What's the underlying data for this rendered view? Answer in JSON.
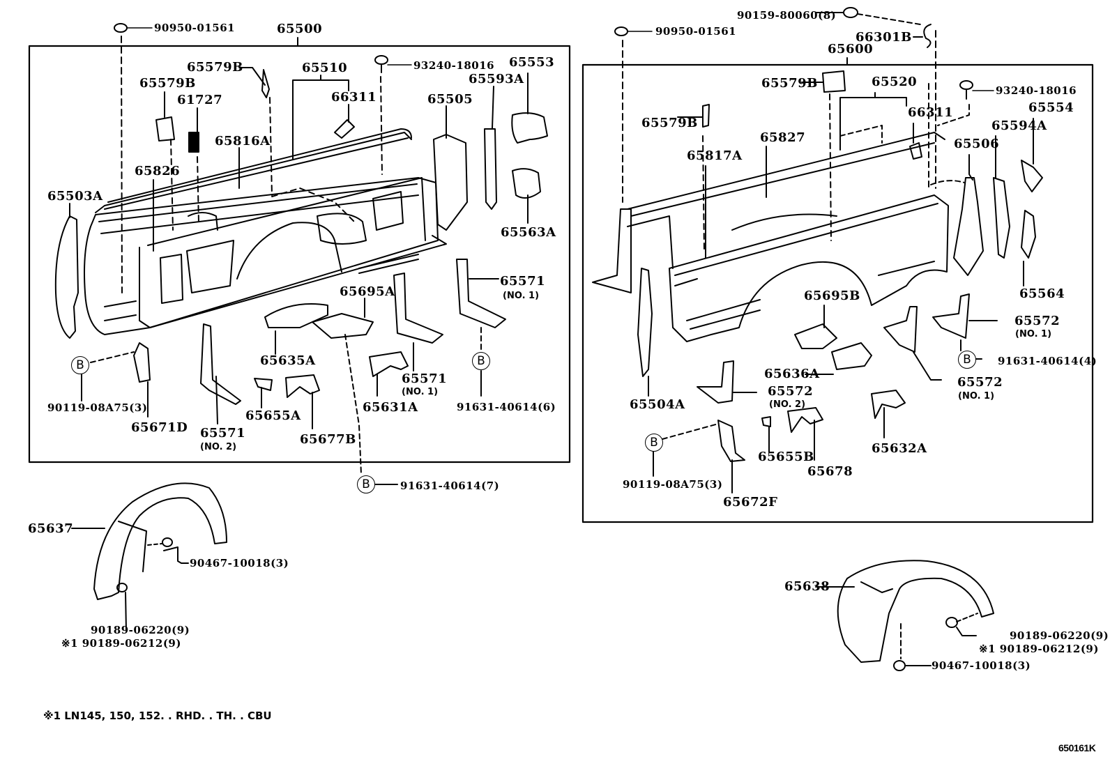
{
  "diagram": {
    "code": "650161K",
    "footnote": "※1 LN145, 150, 152. . RHD. . TH. . CBU",
    "marker_b": "B"
  },
  "left_group": {
    "assembly": "65500",
    "parts": {
      "p90950": "90950-01561",
      "p65579B_a": "65579B",
      "p65579B_b": "65579B",
      "p61727": "61727",
      "p65510": "65510",
      "p66311": "66311",
      "p93240": "93240-18016",
      "p65553": "65553",
      "p65593A": "65593A",
      "p65505": "65505",
      "p65816A": "65816A",
      "p65826": "65826",
      "p65503A": "65503A",
      "p65563A": "65563A",
      "p65571_r": "65571",
      "p65571_r_no": "(NO. 1)",
      "p65695A": "65695A",
      "p65635A": "65635A",
      "p65571_m": "65571",
      "p65571_m_no": "(NO. 1)",
      "p65631A": "65631A",
      "p91631_6": "91631-40614(6)",
      "p90119": "90119-08A75(3)",
      "p65671D": "65671D",
      "p65571_l": "65571",
      "p65571_l_no": "(NO. 2)",
      "p65655A": "65655A",
      "p65677B": "65677B",
      "p91631_7": "91631-40614(7)"
    }
  },
  "left_liner": {
    "p65637": "65637",
    "p90467": "90467-10018(3)",
    "p90189_a": "90189-06220(9)",
    "p90189_b": "※1 90189-06212(9)"
  },
  "right_group": {
    "assembly": "65600",
    "parts": {
      "p90159": "90159-80060(8)",
      "p90950": "90950-01561",
      "p66301B": "66301B",
      "p65579B_a": "65579B",
      "p65520": "65520",
      "p93240": "93240-18016",
      "p66311": "66311",
      "p65554": "65554",
      "p65579B_b": "65579B",
      "p65827": "65827",
      "p65594A": "65594A",
      "p65817A": "65817A",
      "p65506": "65506",
      "p65564": "65564",
      "p65695B": "65695B",
      "p65572_r": "65572",
      "p65572_r_no": "(NO. 1)",
      "p91631_4": "91631-40614(4)",
      "p65636A": "65636A",
      "p65572_m": "65572",
      "p65572_m_no": "(NO. 1)",
      "p65572_l": "65572",
      "p65572_l_no": "(NO. 2)",
      "p65504A": "65504A",
      "p90119": "90119-08A75(3)",
      "p65655B": "65655B",
      "p65678": "65678",
      "p65632A": "65632A",
      "p65672F": "65672F"
    }
  },
  "right_liner": {
    "p65638": "65638",
    "p90189_a": "90189-06220(9)",
    "p90189_b": "※1 90189-06212(9)",
    "p90467": "90467-10018(3)"
  }
}
